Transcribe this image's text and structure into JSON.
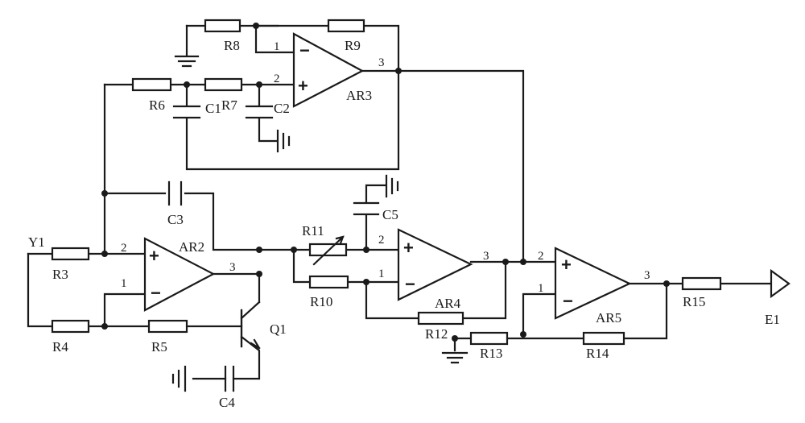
{
  "labels": {
    "R3": "R3",
    "R4": "R4",
    "R5": "R5",
    "R6": "R6",
    "R7": "R7",
    "R8": "R8",
    "R9": "R9",
    "R10": "R10",
    "R11": "R11",
    "R12": "R12",
    "R13": "R13",
    "R14": "R14",
    "R15": "R15",
    "C1": "C1",
    "C2": "C2",
    "C3": "C3",
    "C4": "C4",
    "C5": "C5",
    "AR2": "AR2",
    "AR3": "AR3",
    "AR4": "AR4",
    "AR5": "AR5",
    "Q1": "Q1",
    "Y1": "Y1",
    "E1": "E1"
  },
  "pins": {
    "p1": "1",
    "p2": "2",
    "p3": "3"
  },
  "signs": {
    "plus": "+",
    "minus": "−"
  }
}
